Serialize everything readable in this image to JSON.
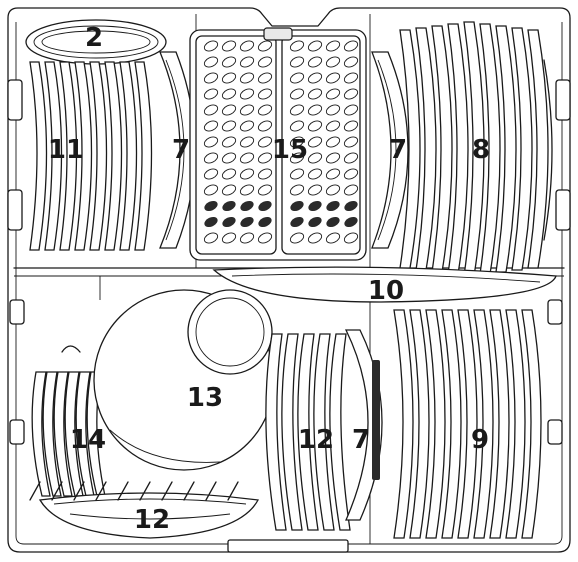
{
  "diagram": {
    "callouts": [
      {
        "id": "c2",
        "text": "2",
        "item": "cup-shelf"
      },
      {
        "id": "c11",
        "text": "11",
        "item": "plates-left"
      },
      {
        "id": "c7a",
        "text": "7",
        "item": "soup-plates-left"
      },
      {
        "id": "c15",
        "text": "15",
        "item": "cutlery-basket"
      },
      {
        "id": "c7b",
        "text": "7",
        "item": "soup-plates-right"
      },
      {
        "id": "c8",
        "text": "8",
        "item": "dinner-plates"
      },
      {
        "id": "c10",
        "text": "10",
        "item": "oval-platter"
      },
      {
        "id": "c13",
        "text": "13",
        "item": "large-bowl"
      },
      {
        "id": "c14",
        "text": "14",
        "item": "small-bowls"
      },
      {
        "id": "c12a",
        "text": "12",
        "item": "dishes-middle"
      },
      {
        "id": "c7c",
        "text": "7",
        "item": "soup-plates-lower"
      },
      {
        "id": "c9",
        "text": "9",
        "item": "plates-right-lower"
      },
      {
        "id": "c12b",
        "text": "12",
        "item": "serving-dish"
      }
    ]
  }
}
